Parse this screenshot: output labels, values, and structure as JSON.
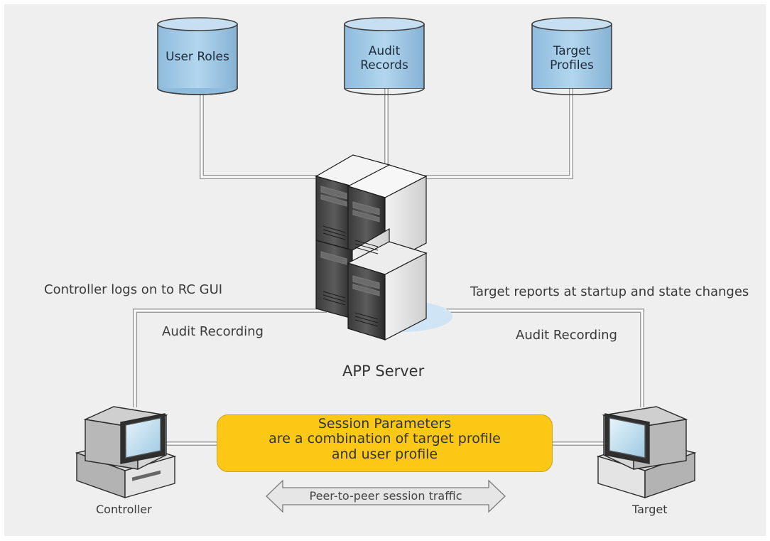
{
  "databases": [
    {
      "id": "user-roles",
      "lines": [
        "User Roles"
      ]
    },
    {
      "id": "audit-records",
      "lines": [
        "Audit",
        "Records"
      ]
    },
    {
      "id": "target-profiles",
      "lines": [
        "Target",
        "Profiles"
      ]
    }
  ],
  "server": {
    "label": "APP Server"
  },
  "left": {
    "connection_label": "Controller logs on to RC GUI",
    "audit_label": "Audit Recording",
    "computer_label": "Controller"
  },
  "right": {
    "connection_label": "Target reports at startup and state changes",
    "audit_label": "Audit Recording",
    "computer_label": "Target"
  },
  "session": {
    "lines": [
      "Session Parameters",
      "are a combination of target profile",
      "and user profile"
    ]
  },
  "traffic": {
    "label": "Peer-to-peer session traffic"
  },
  "colors": {
    "background": "#f0eff0",
    "connector": "#c9c9c9",
    "database_fill": "#a3cbe6",
    "session_box": "#fbc815",
    "server_glow": "#cfe4f4"
  }
}
